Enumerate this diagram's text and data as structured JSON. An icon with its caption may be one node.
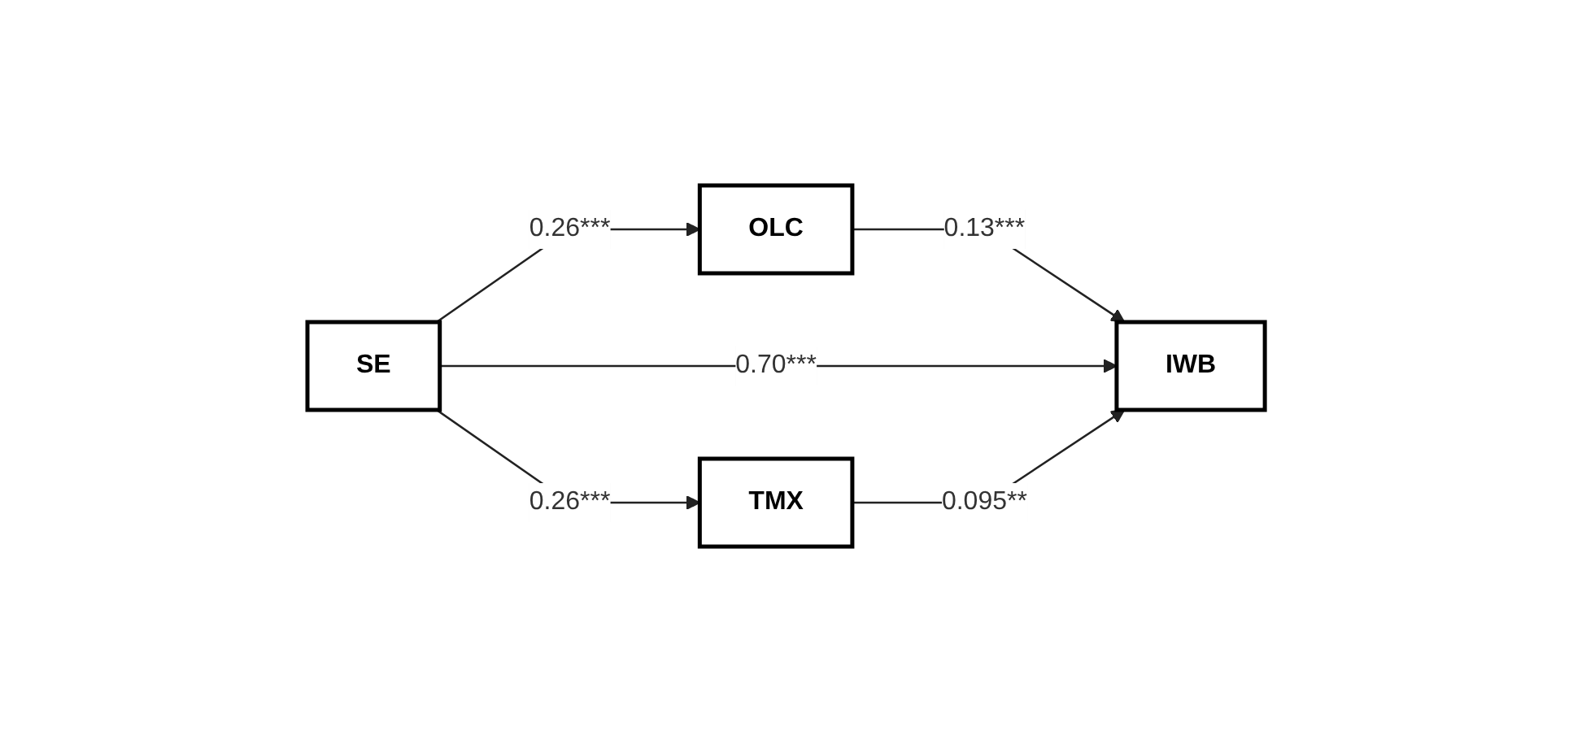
{
  "diagram": {
    "nodes": [
      {
        "text": [
          "SE"
        ]
      },
      {
        "text": [
          "OLC"
        ]
      },
      {
        "text": [
          "TMX"
        ]
      },
      {
        "text": [
          "IWB"
        ]
      }
    ],
    "edges": [
      {
        "from": 0,
        "to": 1,
        "arrow": "to",
        "label": "0.26***"
      },
      {
        "from": 1,
        "to": 3,
        "arrow": "to",
        "label": "0.13***"
      },
      {
        "from": 0,
        "to": 3,
        "arrow": "to",
        "label": "0.70***"
      },
      {
        "from": 0,
        "to": 2,
        "arrow": "to",
        "label": "0.26***"
      },
      {
        "from": 2,
        "to": 3,
        "arrow": "to",
        "label": "0.095**"
      }
    ]
  }
}
